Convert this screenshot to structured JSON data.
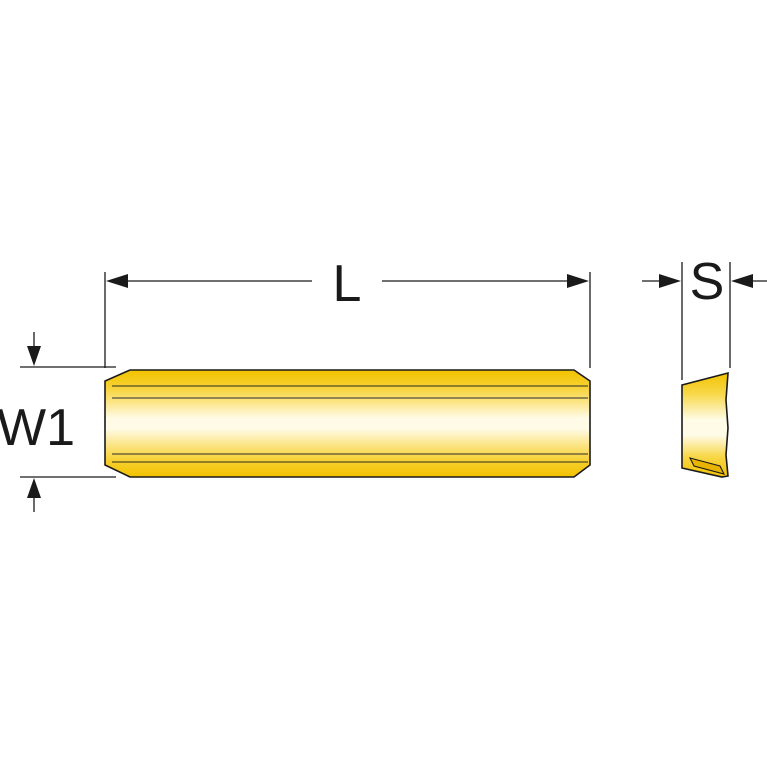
{
  "dimensions": {
    "length_label": "L",
    "width_label": "W1",
    "thickness_label": "S"
  },
  "colors": {
    "insert_gold_dark": "#f2c200",
    "insert_gold_mid": "#fbe27a",
    "insert_highlight": "#fffbe6",
    "line": "#1a1a1a"
  }
}
